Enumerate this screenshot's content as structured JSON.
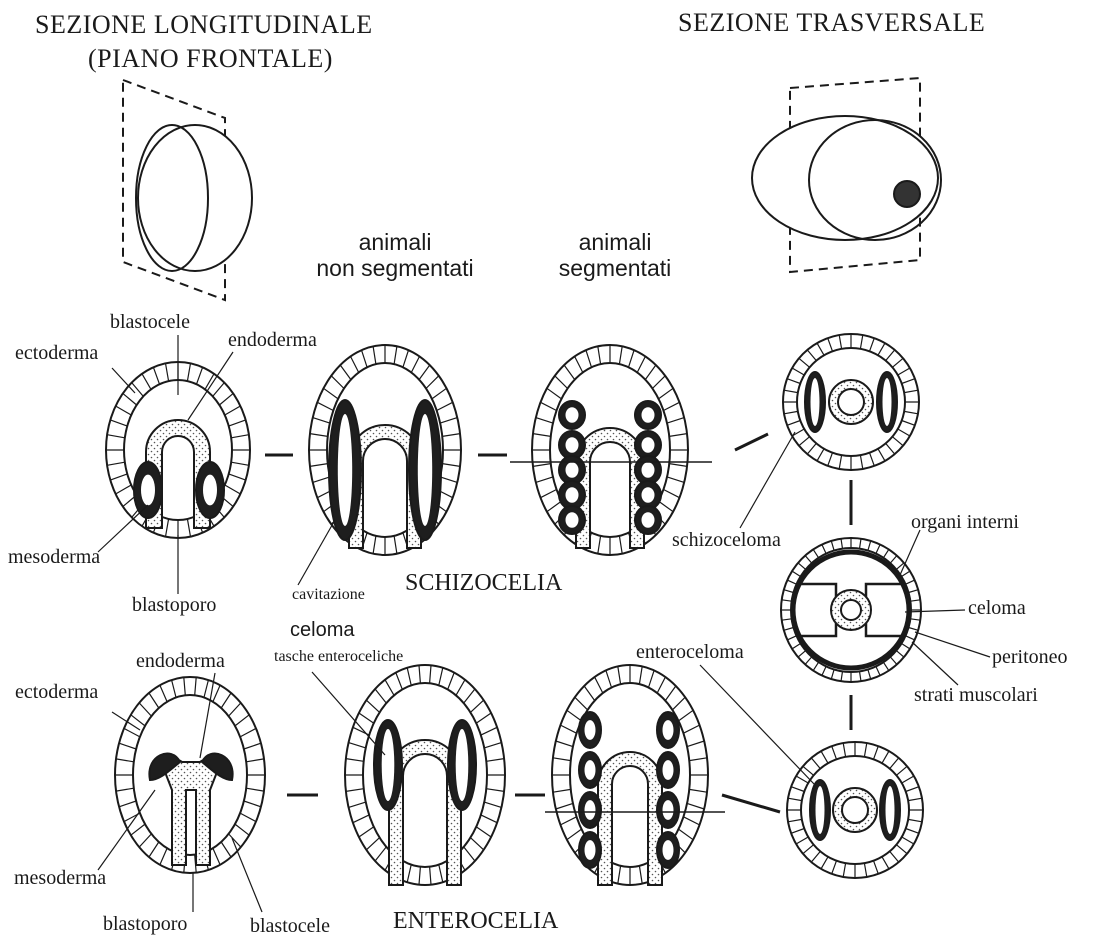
{
  "headings": {
    "longitudinal_line1": "SEZIONE LONGITUDINALE",
    "longitudinal_line2": "(PIANO FRONTALE)",
    "transverse": "SEZIONE TRASVERSALE"
  },
  "columns": {
    "unsegmented_line1": "animali",
    "unsegmented_line2": "non segmentati",
    "segmented_line1": "animali",
    "segmented_line2": "segmentati"
  },
  "schizocelia": {
    "title": "SCHIZOCELIA",
    "ectoderma": "ectoderma",
    "blastocele": "blastocele",
    "endoderma": "endoderma",
    "mesoderma": "mesoderma",
    "blastoporo": "blastoporo",
    "cavitazione": "cavitazione",
    "schizoceloma": "schizoceloma"
  },
  "center": {
    "celoma_caption": "celoma",
    "organi_interni": "organi interni",
    "celoma": "celoma",
    "peritoneo": "peritoneo",
    "strati_muscolari": "strati muscolari"
  },
  "enterocelia": {
    "title": "ENTEROCELIA",
    "endoderma": "endoderma",
    "ectoderma": "ectoderma",
    "tasche": "tasche enteroceliche",
    "enteroceloma": "enteroceloma",
    "mesoderma": "mesoderma",
    "blastoporo": "blastoporo",
    "blastocele": "blastocele"
  }
}
